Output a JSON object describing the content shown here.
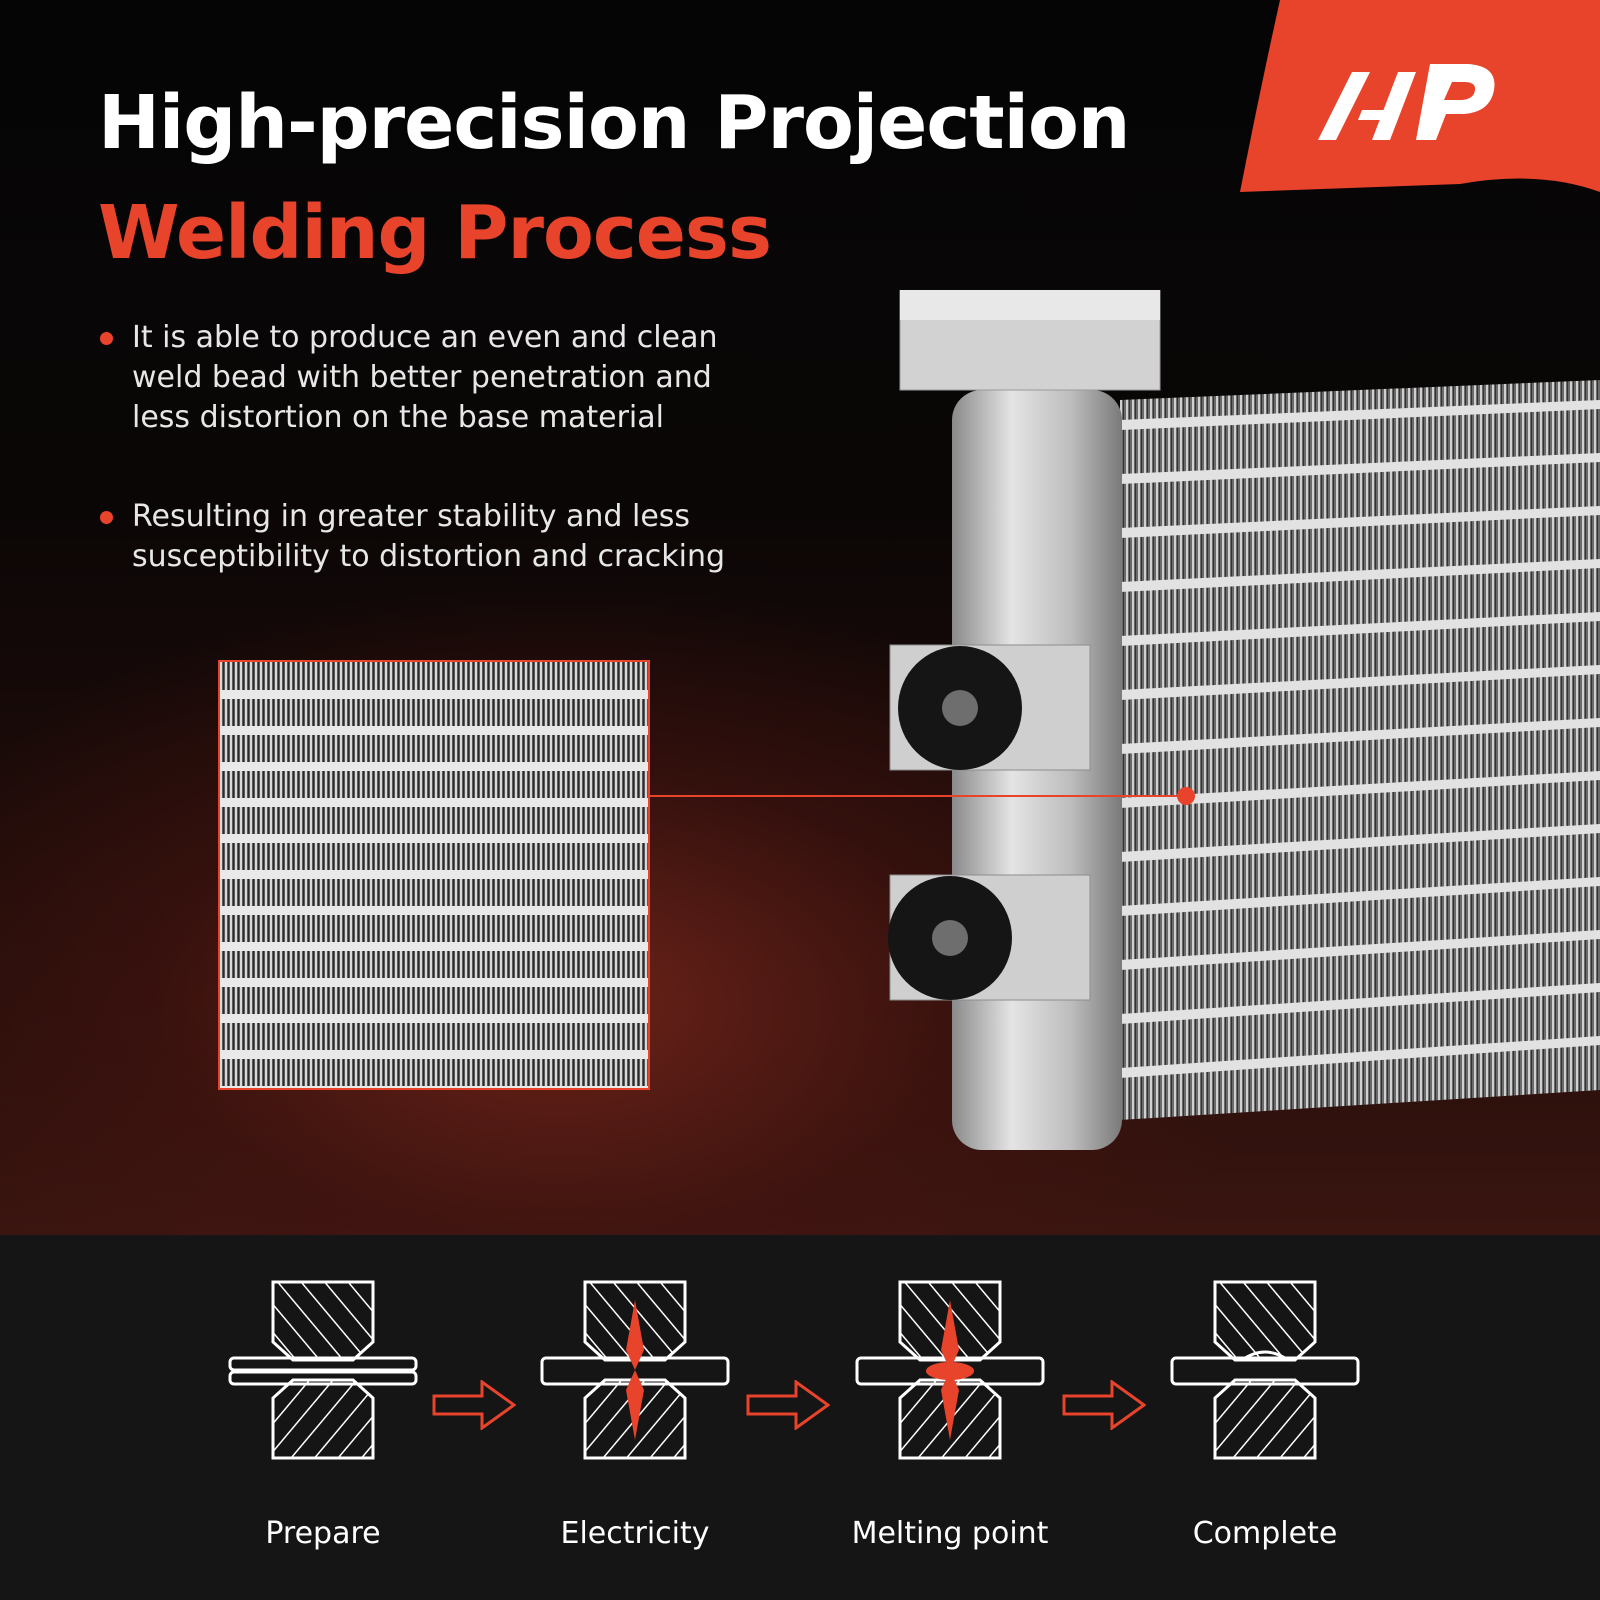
{
  "title": {
    "line1": "High-precision Projection",
    "line2": "Welding Process"
  },
  "bullets": [
    "It is able to produce an even and clean weld bead with better penetration and less distortion on the base material",
    "Resulting in greater stability and less susceptibility to distortion and cracking"
  ],
  "steps": [
    {
      "label": "Prepare"
    },
    {
      "label": "Electricity"
    },
    {
      "label": "Melting point"
    },
    {
      "label": "Complete"
    }
  ],
  "colors": {
    "accent": "#e8432b",
    "background": "#060606",
    "band": "#151515",
    "text": "#ffffff",
    "aluminum": "#c9c9c9"
  },
  "icons": {
    "logo": "a-premium-logo",
    "bullet": "red-dot-icon",
    "arrow": "right-arrow-outline-icon"
  }
}
